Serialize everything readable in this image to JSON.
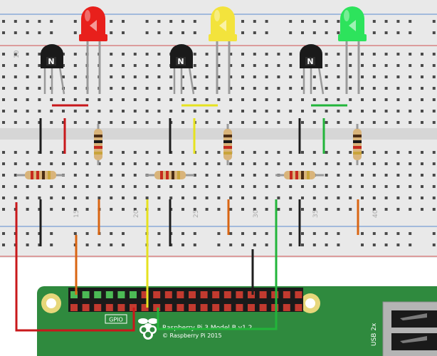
{
  "diagram": {
    "column_numbers": [
      "10",
      "15",
      "20",
      "25",
      "30",
      "35",
      "40"
    ],
    "leds": [
      {
        "name": "red-led",
        "color": "#e8201c"
      },
      {
        "name": "yellow-led",
        "color": "#f3e33c"
      },
      {
        "name": "green-led",
        "color": "#2de35c"
      }
    ],
    "wire_colors": {
      "red": "#c8181b",
      "black": "#1e1e1e",
      "yellow": "#e6e21f",
      "green": "#22b53a",
      "orange": "#d96512"
    },
    "board": {
      "gpio_label": "GPIO",
      "model": "Raspberry Pi 3 Model B v1.2",
      "copyright": "© Raspberry Pi 2015",
      "usb_label": "USB 2x",
      "pcb_color": "#2f8a3e"
    }
  }
}
